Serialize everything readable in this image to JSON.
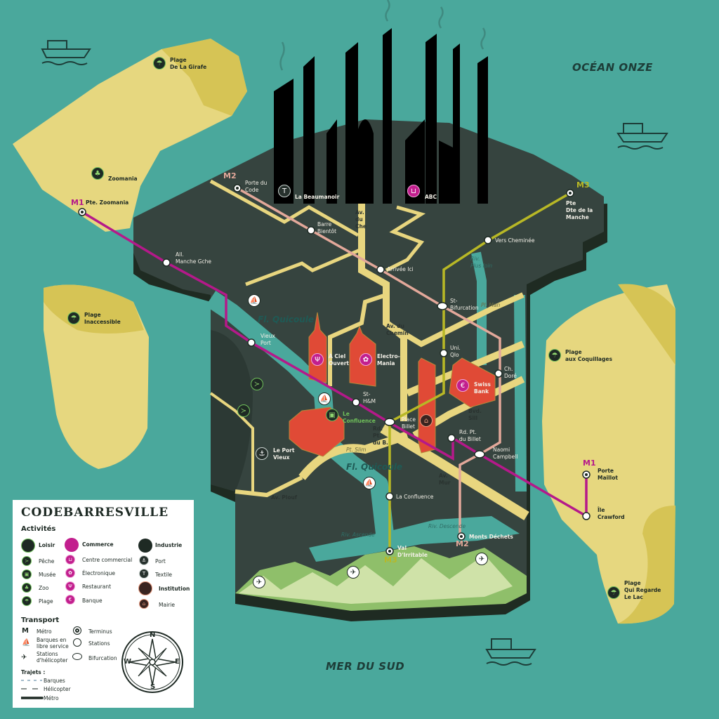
{
  "seas": {
    "north": "OCÉAN ONZE",
    "south": "MER DU SUD"
  },
  "colors": {
    "sea": "#4aa89c",
    "land": "#36443f",
    "sand": "#e6d77f",
    "road": "#e8d67f",
    "building": "#e04a36"
  },
  "metro_lines": [
    {
      "id": "M1",
      "color": "#b5198a"
    },
    {
      "id": "M2",
      "color": "#e3a89a"
    },
    {
      "id": "M3",
      "color": "#b8b826"
    }
  ],
  "stations": {
    "pte_zoomania": "Pte. Zoomania",
    "all_manche": "All.\nManche Gche",
    "vieux_port": "Vieux\nPort",
    "st_hm": "St-\nH&M",
    "place_billet": "Place\nBillet",
    "rd_pt_billet": "Rd. Pt.\ndu Billet",
    "naomi": "Naomi\nCampbell",
    "ile_crawford": "Île\nCrawford",
    "porte_maillot": "Porte\nMaillot",
    "porte_code": "Porte du\nCode",
    "barre": "Barre\nBientôt",
    "arrivee": "Arrivée Ici",
    "st_bifurcation": "St-\nBifurcation",
    "ch_dore": "Ch.\nDoré",
    "monts": "Monts Déchets",
    "pte_manche": "Pte\nDte de la\nManche",
    "vers_cheminee": "Vers Cheminée",
    "uni_qlo": "Uni.\nQlo",
    "la_confluence": "La Confluence",
    "val": "Val\nD'Irritable"
  },
  "places": {
    "girafe": "Plage\nDe La Girafe",
    "zoomania": "Zoomania",
    "inaccessible": "Plage\nInaccessible",
    "coquillages": "Plage\naux Coquillages",
    "lac": "Plage\nQui Regarde\nLe Lac",
    "beaumanoir": "La Beaumanoir",
    "abc": "ABC",
    "ciel": "À Ciel\nOuvert",
    "electro": "Electro-\nMania",
    "swiss": "Swiss\nBank",
    "le_confluence": "Le\nConfluence",
    "port_vieux": "Le Port\nVieux"
  },
  "streets": {
    "av_che": "Av.\ndu\nChe",
    "av_chemin": "Av. du\nChemin",
    "rd_pt_b": "Rd.\nPt.\ndu B.",
    "bvd_sill": "Bvd.\nSill",
    "av_mur": "Av.\nMur",
    "av_plouf": "Av. Plouf",
    "pt_slim": "Pt. Slim",
    "pl_man": "Pl. Man"
  },
  "rivers": {
    "quicoule1": "Fl. Quicoule",
    "quicoule2": "Fl. Quicoule",
    "plus_loin": "Riv.\nPlus loin",
    "ascende": "Riv. Ascende",
    "descende": "Riv. Descende"
  },
  "legend": {
    "title": "CODEBARRESVILLE",
    "activites": "Activités",
    "loisir": "Loisir",
    "peche": "Pêche",
    "musee": "Musée",
    "zoo": "Zoo",
    "plage": "Plage",
    "commerce": "Commerce",
    "centre": "Centre commercial",
    "electronique": "Électronique",
    "restaurant": "Restaurant",
    "banque": "Banque",
    "industrie": "Industrie",
    "port": "Port",
    "textile": "Textile",
    "institution": "Institution",
    "mairie": "Mairie",
    "transport": "Transport",
    "m": "M",
    "metro": "Métro",
    "barques": "Barques en\nlibre service",
    "helico": "Stations\nd'hélicopter",
    "terminus": "Terminus",
    "stations": "Stations",
    "bifurcation": "Bifurcation",
    "trajets": "Trajets :",
    "t_barques": "Barques",
    "t_helico": "Hélicopter",
    "t_metro": "Métro",
    "compass": {
      "n": "N",
      "s": "S",
      "e": "E",
      "w": "W"
    }
  }
}
